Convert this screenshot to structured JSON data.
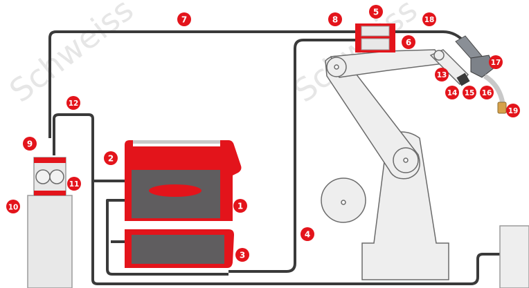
{
  "watermark": {
    "text": "Schweiss"
  },
  "colors": {
    "accent": "#e3141b",
    "machine_dark": "#5f5d5f",
    "cable": "#3a3a3a",
    "robot_fill": "#eeeeee",
    "robot_stroke": "#6a6a6a",
    "nozzle": "#d6a14a"
  },
  "callouts": [
    {
      "label": "1"
    },
    {
      "label": "2"
    },
    {
      "label": "3"
    },
    {
      "label": "4"
    },
    {
      "label": "5"
    },
    {
      "label": "6"
    },
    {
      "label": "7"
    },
    {
      "label": "8"
    },
    {
      "label": "9"
    },
    {
      "label": "10"
    },
    {
      "label": "11"
    },
    {
      "label": "12"
    },
    {
      "label": "13"
    },
    {
      "label": "14"
    },
    {
      "label": "15"
    },
    {
      "label": "16"
    },
    {
      "label": "17"
    },
    {
      "label": "18"
    },
    {
      "label": "19"
    }
  ]
}
